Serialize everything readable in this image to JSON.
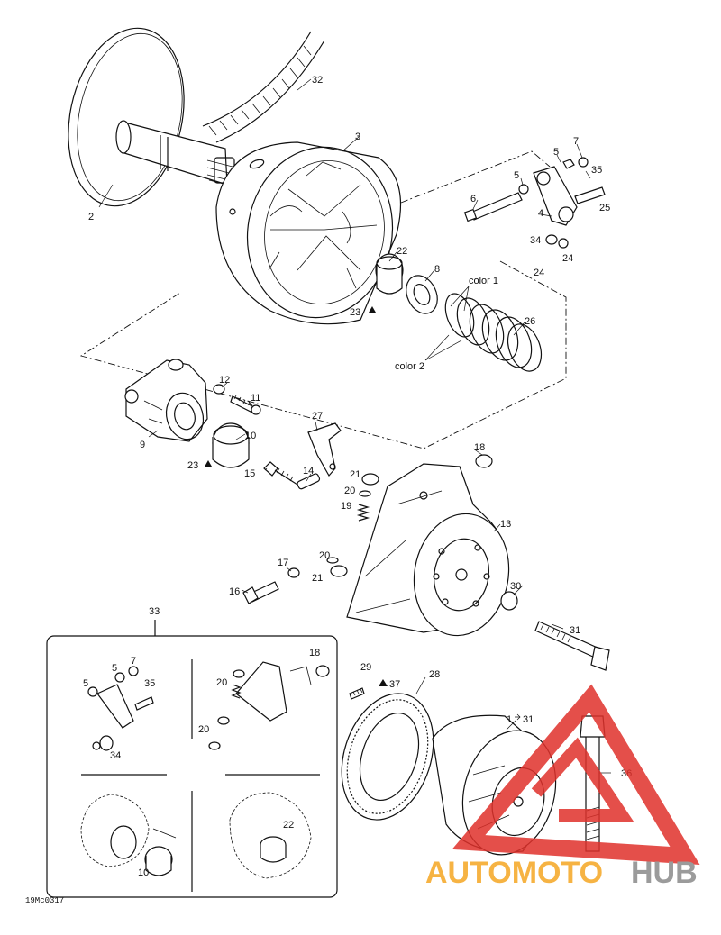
{
  "diagram": {
    "callouts": [
      {
        "id": "c2",
        "text": "2"
      },
      {
        "id": "c32",
        "text": "32"
      },
      {
        "id": "c3",
        "text": "3"
      },
      {
        "id": "c5a",
        "text": "5"
      },
      {
        "id": "c7a",
        "text": "7"
      },
      {
        "id": "c5b",
        "text": "5"
      },
      {
        "id": "c35a",
        "text": "35"
      },
      {
        "id": "c6",
        "text": "6"
      },
      {
        "id": "c4",
        "text": "4"
      },
      {
        "id": "c25",
        "text": "25"
      },
      {
        "id": "c34a",
        "text": "34"
      },
      {
        "id": "c24a",
        "text": "24"
      },
      {
        "id": "c24b",
        "text": "24"
      },
      {
        "id": "c22a",
        "text": "22"
      },
      {
        "id": "c8",
        "text": "8"
      },
      {
        "id": "c23a",
        "text": "23"
      },
      {
        "id": "c26",
        "text": "26"
      },
      {
        "id": "c12",
        "text": "12"
      },
      {
        "id": "c11",
        "text": "11"
      },
      {
        "id": "c9",
        "text": "9"
      },
      {
        "id": "c10a",
        "text": "10"
      },
      {
        "id": "c23b",
        "text": "23"
      },
      {
        "id": "c27",
        "text": "27"
      },
      {
        "id": "c18a",
        "text": "18"
      },
      {
        "id": "c15",
        "text": "15"
      },
      {
        "id": "c14",
        "text": "14"
      },
      {
        "id": "c21a",
        "text": "21"
      },
      {
        "id": "c20a",
        "text": "20"
      },
      {
        "id": "c19",
        "text": "19"
      },
      {
        "id": "c13",
        "text": "13"
      },
      {
        "id": "c17",
        "text": "17"
      },
      {
        "id": "c20b",
        "text": "20"
      },
      {
        "id": "c21b",
        "text": "21"
      },
      {
        "id": "c16",
        "text": "16"
      },
      {
        "id": "c30",
        "text": "30"
      },
      {
        "id": "c31a",
        "text": "31"
      },
      {
        "id": "c33",
        "text": "33"
      },
      {
        "id": "c7b",
        "text": "7"
      },
      {
        "id": "c5c",
        "text": "5"
      },
      {
        "id": "c5d",
        "text": "5"
      },
      {
        "id": "c35b",
        "text": "35"
      },
      {
        "id": "c34b",
        "text": "34"
      },
      {
        "id": "c18b",
        "text": "18"
      },
      {
        "id": "c20c",
        "text": "20"
      },
      {
        "id": "c20d",
        "text": "20"
      },
      {
        "id": "c29",
        "text": "29"
      },
      {
        "id": "c37",
        "text": "37"
      },
      {
        "id": "c28",
        "text": "28"
      },
      {
        "id": "c1",
        "text": "1"
      },
      {
        "id": "c31b",
        "text": "31"
      },
      {
        "id": "c36",
        "text": "36"
      },
      {
        "id": "c10b",
        "text": "10"
      },
      {
        "id": "c22b",
        "text": "22"
      }
    ],
    "color_labels": {
      "color1": "color 1",
      "color2": "color 2"
    },
    "drawing_code": "19Mc0317"
  },
  "watermark": {
    "word1": "AUTOMOTO",
    "word2": "HUB",
    "color_red": "#e0312b",
    "color_orange": "#f5a623",
    "color_gray": "#8a8a8a"
  }
}
